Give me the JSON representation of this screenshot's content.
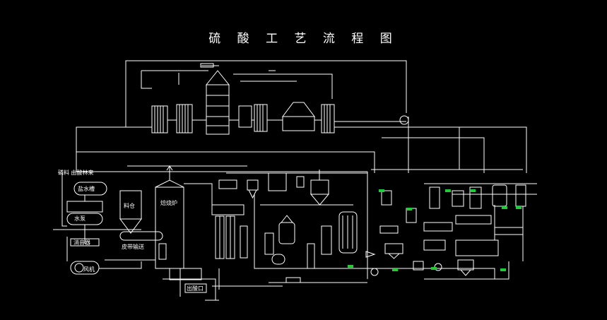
{
  "title": "硫 酸 工 艺 流 程 图",
  "colors": {
    "background": "#000000",
    "line": "#ffffff",
    "accent": "#22cc33"
  },
  "labels": {
    "feed_label": "磷料 由酸林来",
    "tank_left": "盐水槽",
    "tank_lower": "水泵",
    "hopper": "料仓",
    "furnace": "焙烧炉",
    "belt": "皮带输送",
    "pump_room": "消音器",
    "fan": "风机",
    "bottom_box": "出酸口"
  }
}
